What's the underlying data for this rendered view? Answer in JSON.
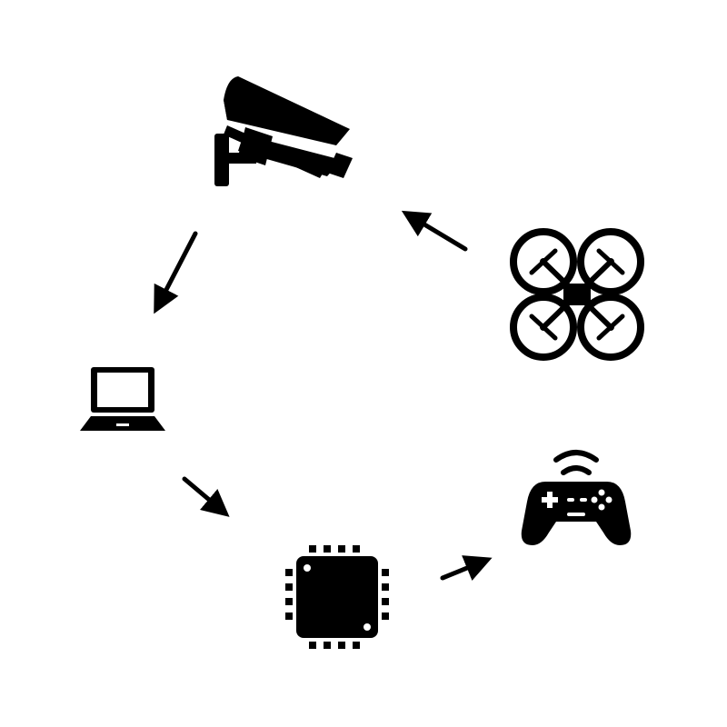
{
  "diagram": {
    "type": "cycle",
    "background": "#ffffff",
    "ink": "#000000",
    "nodes": [
      {
        "id": "camera",
        "icon": "security-camera-icon"
      },
      {
        "id": "laptop",
        "icon": "laptop-icon"
      },
      {
        "id": "chip",
        "icon": "microchip-icon"
      },
      {
        "id": "gamepad",
        "icon": "wireless-gamepad-icon"
      },
      {
        "id": "drone",
        "icon": "quadcopter-drone-icon"
      }
    ],
    "edges": [
      {
        "from": "camera",
        "to": "laptop"
      },
      {
        "from": "laptop",
        "to": "chip"
      },
      {
        "from": "chip",
        "to": "gamepad"
      },
      {
        "from": "gamepad",
        "to": "drone"
      },
      {
        "from": "drone",
        "to": "camera"
      }
    ]
  }
}
